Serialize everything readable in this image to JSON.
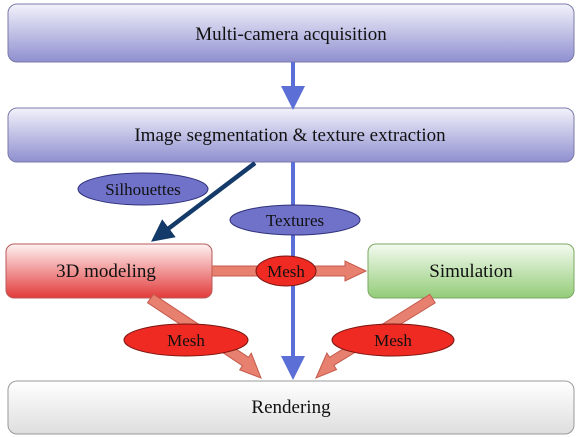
{
  "boxes": {
    "acquisition": "Multi-camera acquisition",
    "segmentation": "Image segmentation & texture extraction",
    "modeling": "3D modeling",
    "simulation": "Simulation",
    "rendering": "Rendering"
  },
  "tags": {
    "silhouettes": "Silhouettes",
    "textures": "Textures",
    "mesh_model_to_sim": "Mesh",
    "mesh_model_to_render": "Mesh",
    "mesh_sim_to_render": "Mesh"
  },
  "colors": {
    "process_box_top": "#f2f2fb",
    "process_box_bottom": "#8f8fd0",
    "modeling_top": "#fff2f2",
    "modeling_bottom": "#e23a3a",
    "simulation_top": "#f4fbf0",
    "simulation_bottom": "#93cc78",
    "rendering_top": "#ffffff",
    "rendering_bottom": "#dedede",
    "blue_arrow": "#5b6fd6",
    "navy_arrow": "#143a6a",
    "red_arrow": "#e88070",
    "blue_tag": "#6f72c8",
    "red_tag": "#ee2a22"
  }
}
